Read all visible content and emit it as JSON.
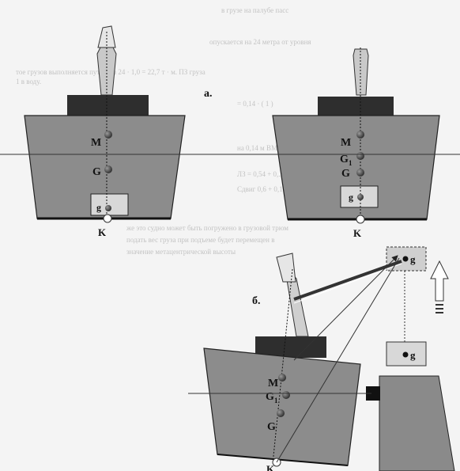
{
  "panel_labels": {
    "a": "а.",
    "b": "б."
  },
  "points": {
    "M": "M",
    "G": "G",
    "G1": "G",
    "G1_sub": "1",
    "g": "g",
    "K": "K"
  },
  "background_text": [
    "в грузе на палубе пасс",
    "опускается на 24 метра от уровня",
    "тое грузов выполняется путем на 24 · 1,0 = 22,7 т · м. ПЗ груза",
    "1 в воду.",
    "= 0,14 · ( 1 )",
    "на 0,14 м ВМ",
    "ЛЗ = 0,54 + 0,...",
    "Сдвиг 0,6 + 0,1",
    "же это судно может быть погружено в грузовой трюм",
    "подать вес груза при подъеме будет перемещен в",
    "значение метацентрической высоты"
  ],
  "colors": {
    "hull": "#8c8c8c",
    "deck_house": "#2e2e2e",
    "point_dark": "#3a3a3a",
    "block_fill": "#d8d8d8"
  }
}
